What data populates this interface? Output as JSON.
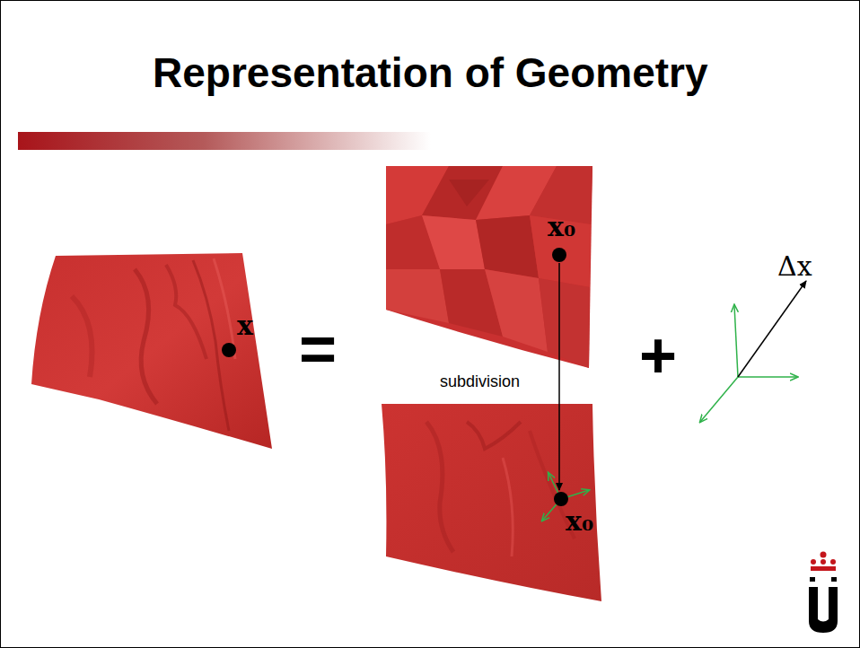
{
  "diagram": {
    "title": "Representation of Geometry",
    "labels": [
      "x",
      "=",
      "x₀",
      "subdivision",
      "x₀",
      "+",
      "Δx"
    ]
  }
}
